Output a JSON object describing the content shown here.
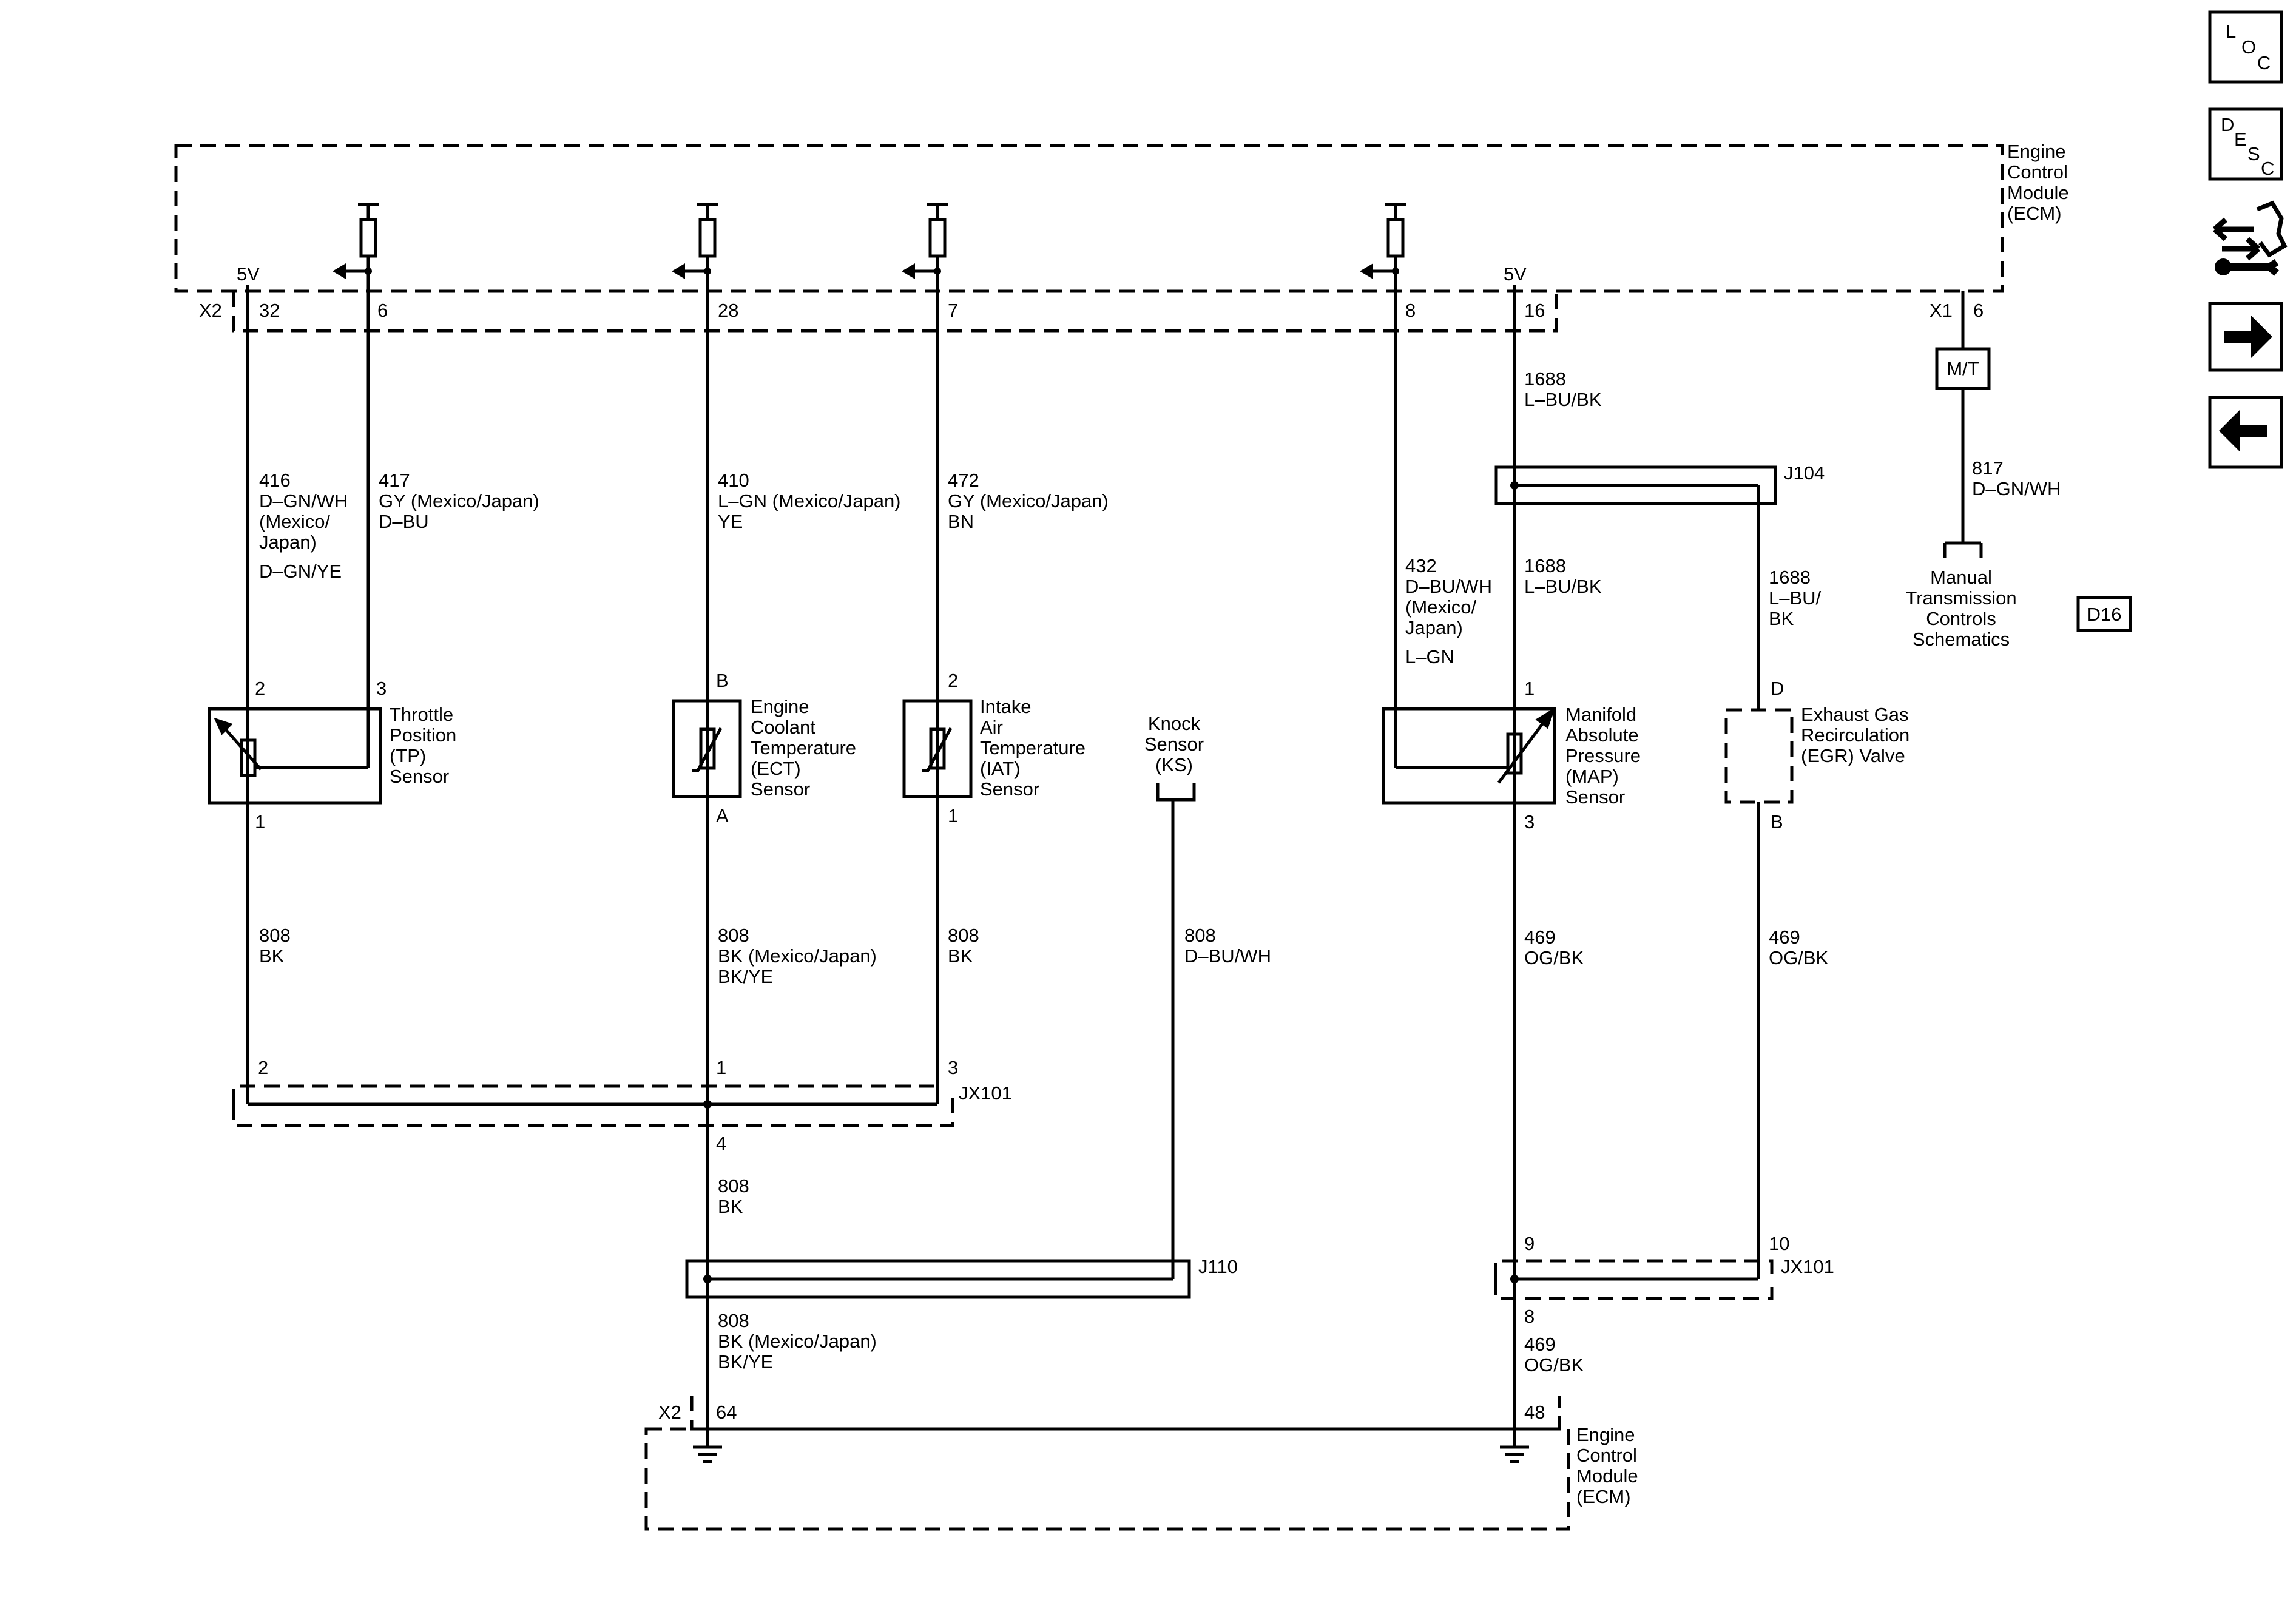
{
  "ecm_top": {
    "label": [
      "Engine",
      "Control",
      "Module",
      "(ECM)"
    ],
    "connector_left": "X2",
    "connector_right": "X1"
  },
  "ecm_bottom": {
    "label": [
      "Engine",
      "Control",
      "Module",
      "(ECM)"
    ],
    "connector": "X2"
  },
  "pins": {
    "p32": "32",
    "p6": "6",
    "p28": "28",
    "p7": "7",
    "p8": "8",
    "p16": "16",
    "x1_6": "6",
    "p64": "64",
    "p48": "48"
  },
  "supply_labels": {
    "left": "5V",
    "right": "5V"
  },
  "wires": {
    "w416": [
      "416",
      "D–GN/WH",
      "(Mexico/",
      "Japan)",
      "D–GN/YE"
    ],
    "w417": [
      "417",
      "GY (Mexico/Japan)",
      "D–BU"
    ],
    "w410": [
      "410",
      "L–GN (Mexico/Japan)",
      "YE"
    ],
    "w472": [
      "472",
      "GY (Mexico/Japan)",
      "BN"
    ],
    "w1688_top": [
      "1688",
      "L–BU/BK"
    ],
    "w432": [
      "432",
      "D–BU/WH",
      "(Mexico/",
      "Japan)",
      "L–GN"
    ],
    "w1688_map": [
      "1688",
      "L–BU/BK"
    ],
    "w1688_egr": [
      "1688",
      "L–BU/",
      "BK"
    ],
    "w817": [
      "817",
      "D–GN/WH"
    ],
    "w808_tp": [
      "808",
      "BK"
    ],
    "w808_ect": [
      "808",
      "BK (Mexico/Japan)",
      "BK/YE"
    ],
    "w808_iat": [
      "808",
      "BK"
    ],
    "w808_ks": [
      "808",
      "D–BU/WH"
    ],
    "w469_map": [
      "469",
      "OG/BK"
    ],
    "w469_egr": [
      "469",
      "OG/BK"
    ],
    "w808_mid": [
      "808",
      "BK"
    ],
    "w808_low": [
      "808",
      "BK (Mexico/Japan)",
      "BK/YE"
    ],
    "w469_low": [
      "469",
      "OG/BK"
    ]
  },
  "components": {
    "tp": {
      "label": [
        "Throttle",
        "Position",
        "(TP)",
        "Sensor"
      ],
      "pin_top_left": "2",
      "pin_top_right": "3",
      "pin_bottom": "1"
    },
    "ect": {
      "label": [
        "Engine",
        "Coolant",
        "Temperature",
        "(ECT)",
        "Sensor"
      ],
      "pin_top": "B",
      "pin_bottom": "A"
    },
    "iat": {
      "label": [
        "Intake",
        "Air",
        "Temperature",
        "(IAT)",
        "Sensor"
      ],
      "pin_top": "2",
      "pin_bottom": "1"
    },
    "ks": {
      "label": [
        "Knock",
        "Sensor",
        "(KS)"
      ]
    },
    "map": {
      "label": [
        "Manifold",
        "Absolute",
        "Pressure",
        "(MAP)",
        "Sensor"
      ],
      "pin_top": "1",
      "pin_bottom": "3"
    },
    "egr": {
      "label": [
        "Exhaust Gas",
        "Recirculation",
        "(EGR) Valve"
      ],
      "pin_top": "D",
      "pin_bottom": "B"
    }
  },
  "connectors": {
    "jx101_left": {
      "name": "JX101",
      "pin_tp": "2",
      "pin_ect": "1",
      "pin_iat": "3",
      "pin_out": "4"
    },
    "jx101_right": {
      "name": "JX101",
      "pin_map": "9",
      "pin_egr": "10",
      "pin_out": "8"
    },
    "j104": "J104",
    "j110": "J110"
  },
  "mt_box": "M/T",
  "manual_trans_ref": [
    "Manual",
    "Transmission",
    "Controls",
    "Schematics"
  ],
  "page_ref": "D16",
  "nav": {
    "loc": [
      "L",
      "O",
      "C"
    ],
    "desc": [
      "D",
      "E",
      "S",
      "C"
    ],
    "icons": [
      "connector-wrench-icon",
      "arrow-right-icon",
      "arrow-left-icon"
    ]
  }
}
